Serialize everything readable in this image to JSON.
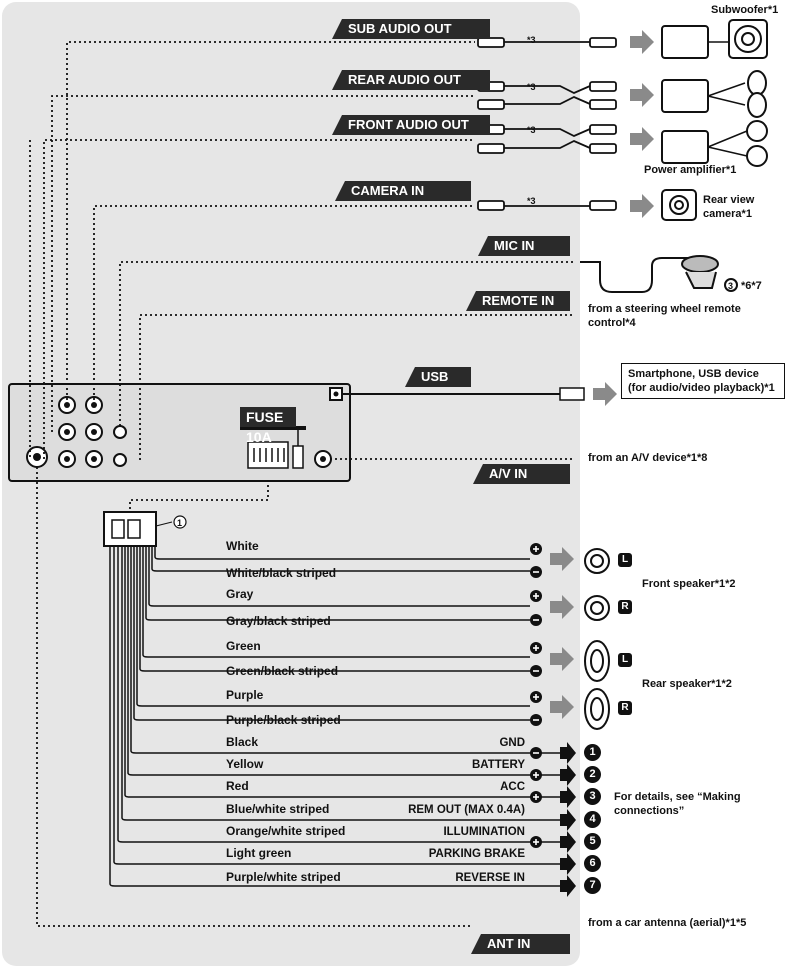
{
  "outputs": {
    "sub_audio_out": "SUB AUDIO OUT",
    "rear_audio_out": "REAR AUDIO OUT",
    "front_audio_out": "FRONT AUDIO OUT",
    "camera_in": "CAMERA IN",
    "mic_in": "MIC IN",
    "remote_in": "REMOTE IN",
    "usb": "USB",
    "av_in": "A/V IN",
    "ant_in": "ANT IN"
  },
  "star3": "*3",
  "fuse": "FUSE 10A",
  "callout_one": "1",
  "callout_three": "3",
  "devices": {
    "subwoofer": "Subwoofer*1",
    "power_amp": "Power amplifier*1",
    "rear_camera": "Rear view camera*1",
    "mic_note": "*6*7",
    "steering_remote": "from a steering wheel remote control*4",
    "smartphone": "Smartphone, USB device (for audio/video playback)*1",
    "av_device": "from an A/V device*1*8",
    "antenna": "from a car antenna (aerial)*1*5",
    "front_speaker": "Front speaker*1*2",
    "rear_speaker": "Rear speaker*1*2",
    "details": "For details, see “Making connections”"
  },
  "speaker_side": {
    "left": "L",
    "right": "R"
  },
  "wires": [
    {
      "color": "White",
      "sign": "+"
    },
    {
      "color": "White/black striped",
      "sign": "−"
    },
    {
      "color": "Gray",
      "sign": "+"
    },
    {
      "color": "Gray/black striped",
      "sign": "−"
    },
    {
      "color": "Green",
      "sign": "+"
    },
    {
      "color": "Green/black striped",
      "sign": "−"
    },
    {
      "color": "Purple",
      "sign": "+"
    },
    {
      "color": "Purple/black striped",
      "sign": "−"
    }
  ],
  "power_wires": [
    {
      "color": "Black",
      "function": "GND",
      "num": "1"
    },
    {
      "color": "Yellow",
      "function": "BATTERY",
      "num": "2"
    },
    {
      "color": "Red",
      "function": "ACC",
      "num": "3"
    },
    {
      "color": "Blue/white striped",
      "function": "REM OUT (MAX 0.4A)",
      "num": "4"
    },
    {
      "color": "Orange/white striped",
      "function": "ILLUMINATION",
      "num": "5"
    },
    {
      "color": "Light green",
      "function": "PARKING BRAKE",
      "num": "6"
    },
    {
      "color": "Purple/white striped",
      "function": "REVERSE IN",
      "num": "7"
    }
  ],
  "colors": {
    "panel": "#e6e6e6",
    "ink": "#111111",
    "tag_bg": "#2a2a2a",
    "arrow": "#8a8a8a"
  }
}
